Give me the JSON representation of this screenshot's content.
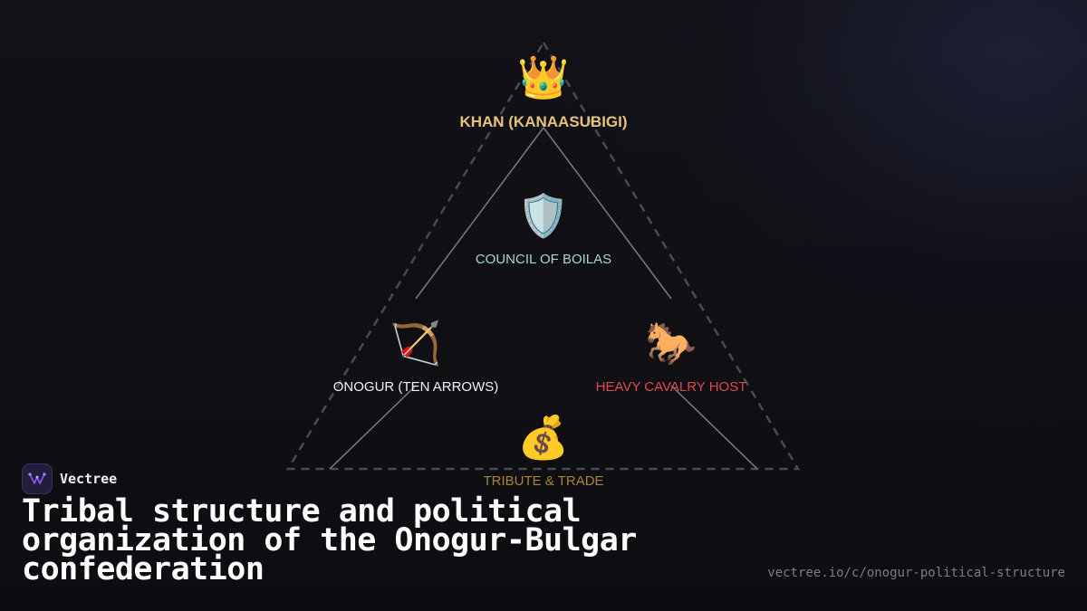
{
  "brand": {
    "name": "Vectree",
    "logo_icon": "vectree-logo-icon",
    "logo_color": "#8b5cf6"
  },
  "title": "Tribal structure and political organization of the Onogur-Bulgar confederation",
  "url": "vectree.io/c/onogur-political-structure",
  "diagram": {
    "nodes": [
      {
        "id": "khan",
        "icon_name": "crown-icon",
        "glyph": "👑",
        "label": "KHAN (KANAASUBIGI)",
        "color": "#e7c27a"
      },
      {
        "id": "council",
        "icon_name": "shield-icon",
        "glyph": "🛡️",
        "label": "COUNCIL OF BOILAS",
        "color": "#a8d4d4"
      },
      {
        "id": "onogur",
        "icon_name": "bow-and-arrow-icon",
        "glyph": "🏹",
        "label": "ONOGUR (TEN ARROWS)",
        "color": "#f2f2f2"
      },
      {
        "id": "cavalry",
        "icon_name": "horse-icon",
        "glyph": "🐎",
        "label": "HEAVY CAVALRY HOST",
        "color": "#e04a4a"
      },
      {
        "id": "tribute",
        "icon_name": "money-bag-icon",
        "glyph": "💰",
        "label": "TRIBUTE & TRADE",
        "color": "#a88532"
      }
    ]
  }
}
